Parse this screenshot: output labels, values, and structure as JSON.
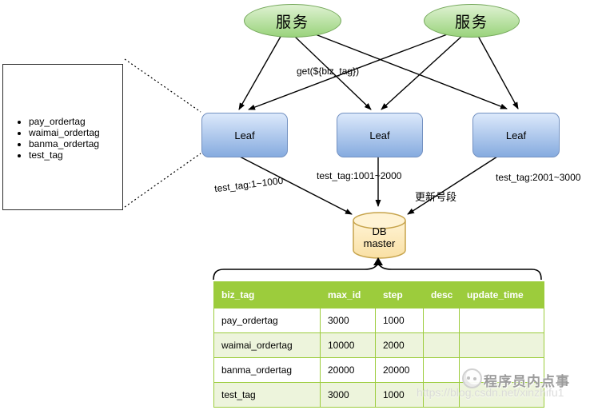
{
  "diagram": {
    "services": [
      {
        "label": "服务"
      },
      {
        "label": "服务"
      }
    ],
    "leaf_nodes": [
      {
        "label": "Leaf"
      },
      {
        "label": "Leaf"
      },
      {
        "label": "Leaf"
      }
    ],
    "db": {
      "line1": "DB",
      "line2": "master"
    },
    "edge_labels": {
      "get_request": "get(${biz_tag})",
      "leaf1_range": "test_tag:1~1000",
      "leaf2_range": "test_tag:1001~2000",
      "leaf3_range": "test_tag:2001~3000",
      "update_segment": "更新号段"
    },
    "biz_tag_list": {
      "items": [
        "pay_ordertag",
        "waimai_ordertag",
        "banma_ordertag",
        "test_tag"
      ]
    }
  },
  "table": {
    "headers": [
      "biz_tag",
      "max_id",
      "step",
      "desc",
      "update_time"
    ],
    "rows": [
      {
        "biz_tag": "pay_ordertag",
        "max_id": "3000",
        "step": "1000",
        "desc": "",
        "update_time": ""
      },
      {
        "biz_tag": "waimai_ordertag",
        "max_id": "10000",
        "step": "2000",
        "desc": "",
        "update_time": ""
      },
      {
        "biz_tag": "banma_ordertag",
        "max_id": "20000",
        "step": "20000",
        "desc": "",
        "update_time": ""
      },
      {
        "biz_tag": "test_tag",
        "max_id": "3000",
        "step": "1000",
        "desc": "",
        "update_time": ""
      }
    ]
  },
  "watermark": {
    "name": "程序员内点事",
    "url": "https://blog.csdn.net/xinzhifu1"
  },
  "colors": {
    "service_fill": "#9ad37c",
    "service_stroke": "#74a85a",
    "leaf_fill": "#86abdf",
    "leaf_stroke": "#7391c1",
    "db_fill": "#fdeec3",
    "db_stroke": "#c7a44c",
    "table_header_bg": "#9ccc3c",
    "table_row_alt_bg": "#edf4dc",
    "arrow": "#000000"
  }
}
